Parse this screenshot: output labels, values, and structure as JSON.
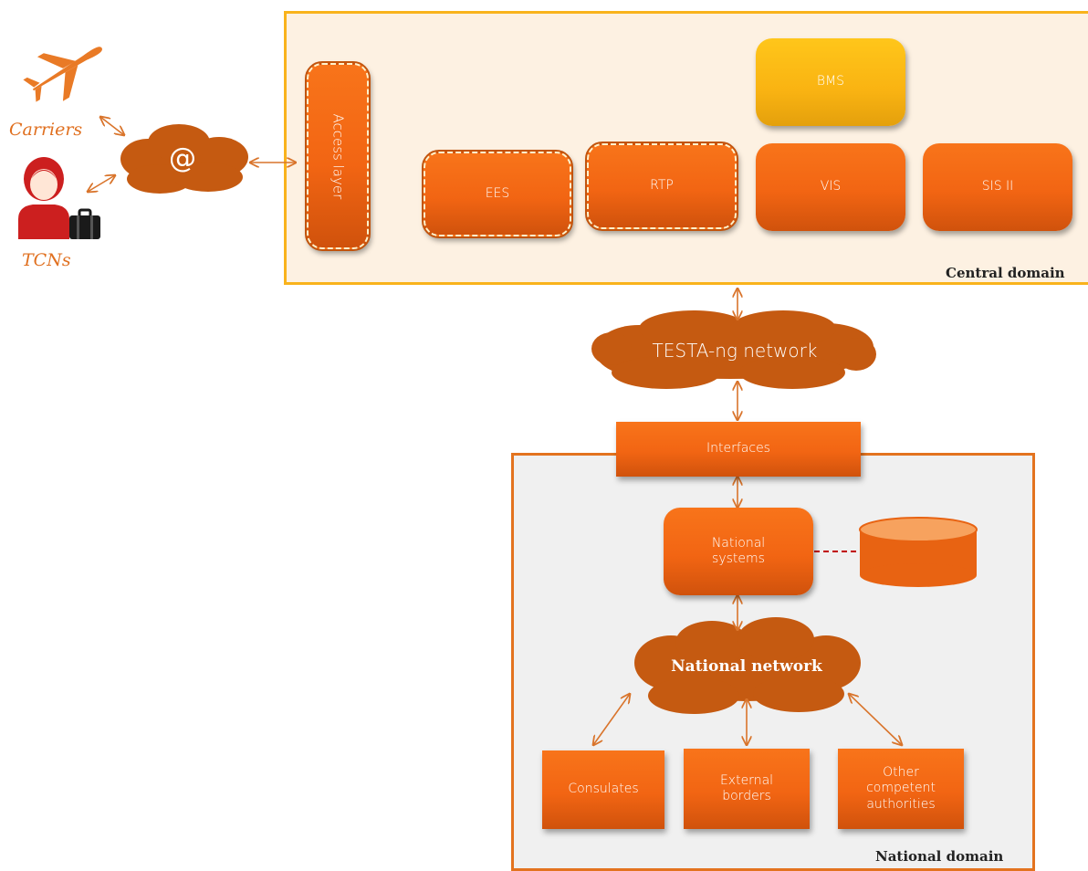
{
  "central_domain": {
    "label": "Central domain"
  },
  "national_domain": {
    "label": "National domain"
  },
  "actors": {
    "carriers": {
      "label": "Carriers",
      "icon": "airplane-icon"
    },
    "tcns": {
      "label": "TCNs",
      "icon": "traveller-icon"
    },
    "internet": {
      "label": "@",
      "icon": "cloud-icon"
    }
  },
  "central_systems": {
    "access_layer": "Access layer",
    "ees": "EES",
    "rtp": "RTP",
    "bms": "BMS",
    "vis": "VIS",
    "sis": "SIS II"
  },
  "network": {
    "testa": "TESTA-ng network",
    "national": "National network"
  },
  "national": {
    "interfaces": "Interfaces",
    "national_systems": "National\nsystems",
    "consulates": "Consulates",
    "external_borders": "External\nborders",
    "other_authorities": "Other\ncompetent\nauthorities"
  },
  "colors": {
    "orange": "#f26513",
    "yellow": "#f9b31c",
    "cloud": "#c55a11",
    "dashed_link": "#c00000"
  }
}
